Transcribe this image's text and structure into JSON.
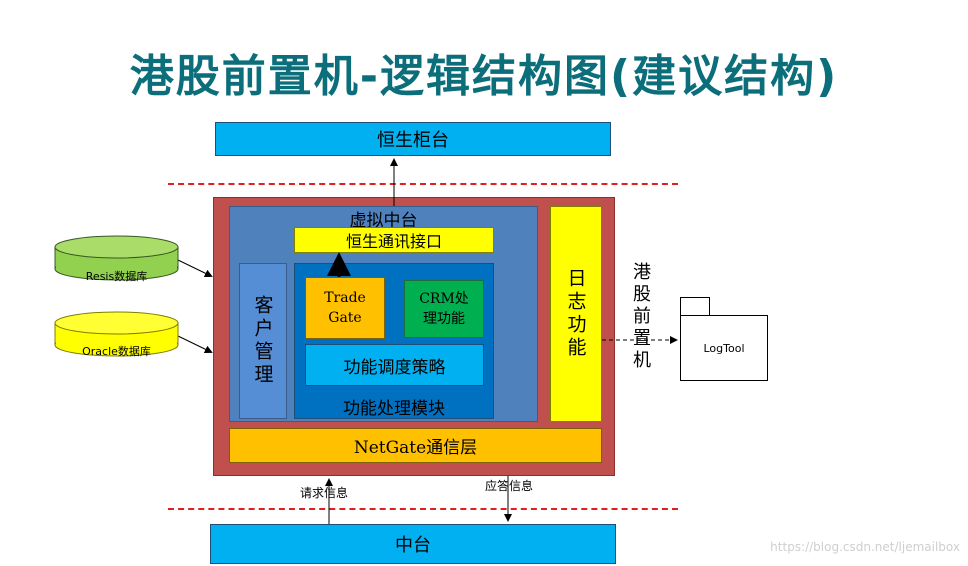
{
  "title": "港股前置机-逻辑结构图(建议结构)",
  "top_box": "恒生柜台",
  "virtual_center": "虚拟中台",
  "hs_interface": "恒生通讯接口",
  "customer_mgmt": "客户管理",
  "trade_gate": "Trade Gate",
  "crm": "CRM处理功能",
  "dispatch": "功能调度策略",
  "func_module": "功能处理模块",
  "log_func": "日志功能",
  "netgate": "NetGate通信层",
  "bottom_box": "中台",
  "request_info": "请求信息",
  "response_info": "应答信息",
  "resis_db": "Resis数据库",
  "oracle_db": "Oracle数据库",
  "hk_front": "港股前置机",
  "logtool": "LogTool",
  "watermark": "https://blog.csdn.net/ljemailbox",
  "colors": {
    "title": "#0b6e7a",
    "outer": "#c0504d",
    "mid": "#4f81bd",
    "inner": "#0070c0",
    "yellow": "#ffff00",
    "orange": "#ffc000",
    "green": "#00b050",
    "cyan": "#00b0f0",
    "dash": "#e02020"
  }
}
